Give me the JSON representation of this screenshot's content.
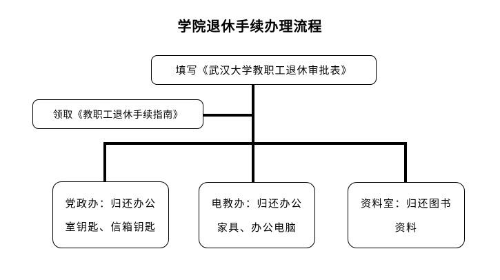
{
  "title": "学院退休手续办理流程",
  "nodes": {
    "top": {
      "label": "填写《武汉大学教职工退休审批表》"
    },
    "side": {
      "label": "领取《教职工退休手续指南》"
    },
    "bottom": [
      {
        "line1": "党政办：归还办公",
        "line2": "室钥匙、信箱钥匙"
      },
      {
        "line1": "电教办：归还办公",
        "line2": "家具、办公电脑"
      },
      {
        "line1": "资料室：归还图书",
        "line2": "资料"
      }
    ]
  },
  "colors": {
    "background": "#ffffff",
    "line": "#000000",
    "text": "#000000"
  }
}
